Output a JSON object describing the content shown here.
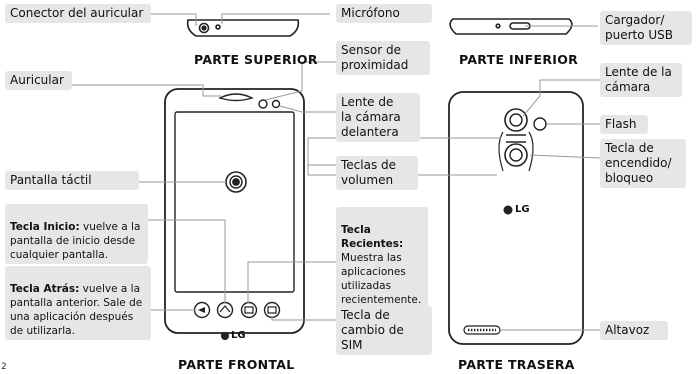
{
  "labels": {
    "headset_jack": "Conector del auricular",
    "microphone": "Micrófono",
    "charger": "Cargador/\npuerto USB",
    "earpiece": "Auricular",
    "proximity_sensor": "Sensor de\nproximidad",
    "front_camera": "Lente de\nla cámara\ndelantera",
    "rear_camera": "Lente de la\ncámara",
    "flash": "Flash",
    "power_key": "Tecla de\nencendido/\nbloqueo",
    "touch_screen": "Pantalla táctil",
    "volume_keys": "Teclas de\nvolumen",
    "home_key_title": "Tecla Inicio:",
    "home_key_desc": " vuelve a la pantalla de inicio desde cualquier pantalla.",
    "recent_key_title": "Tecla Recientes:",
    "recent_key_desc": "\nMuestra las\naplicaciones\nutilizadas\nrecientemente.",
    "back_key_title": "Tecla Atrás:",
    "back_key_desc": " vuelve a la pantalla anterior. Sale de una aplicación después de utilizarla.",
    "sim_key": "Tecla de\ncambio de SIM",
    "speaker": "Altavoz"
  },
  "captions": {
    "top": "PARTE SUPERIOR",
    "bottom": "PARTE INFERIOR",
    "front": "PARTE FRONTAL",
    "back": "PARTE TRASERA"
  },
  "logo_text": "LG",
  "page_number": "2",
  "colors": {
    "label_bg": "#e6e6e6",
    "leader_line": "#999999",
    "device_outline": "#222222"
  }
}
